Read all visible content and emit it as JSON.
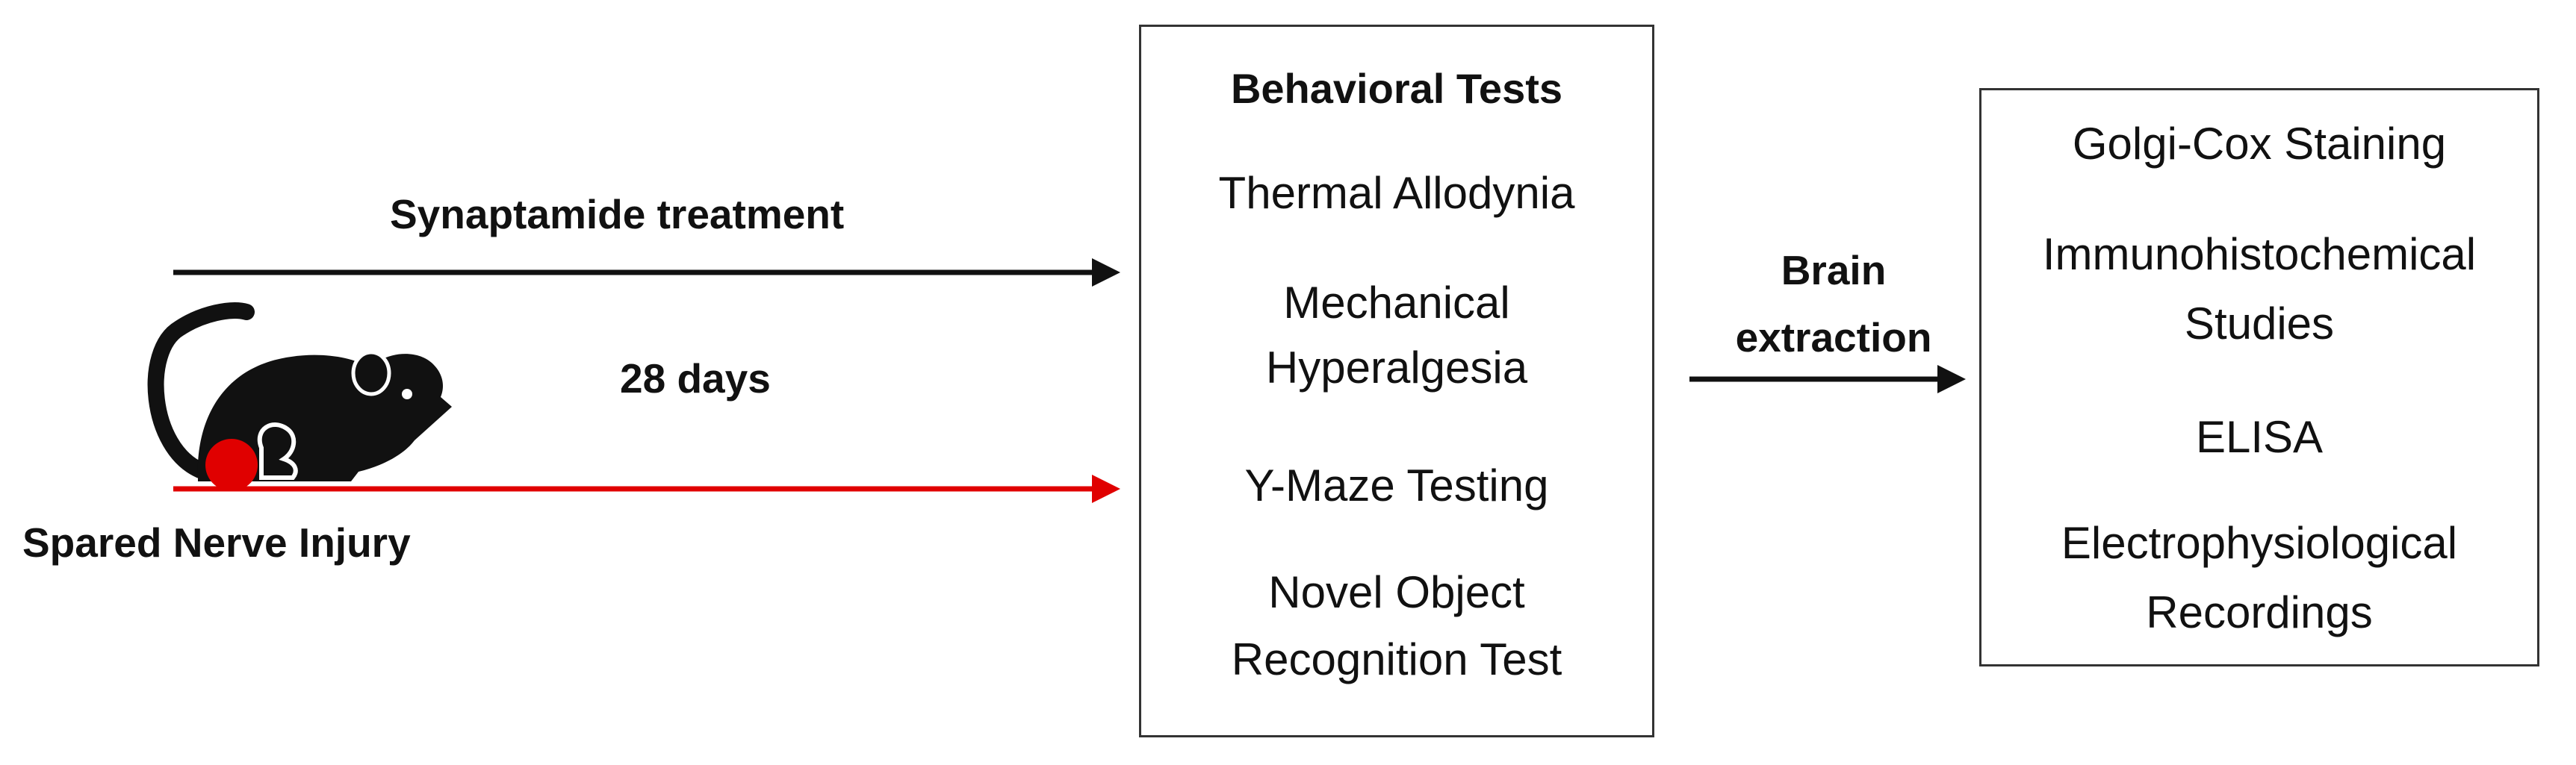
{
  "left": {
    "top_arrow_label": "Synaptamide treatment",
    "duration_label": "28 days",
    "bottom_label": "Spared Nerve Injury",
    "colors": {
      "top_arrow": "#111111",
      "bottom_arrow": "#e00000",
      "injury_dot": "#e00000",
      "mouse": "#111111"
    },
    "icon": "mouse-icon"
  },
  "behavioral_box": {
    "title": "Behavioral Tests",
    "items": [
      "Thermal Allodynia",
      "Mechanical",
      "Hyperalgesia",
      "Y-Maze Testing",
      "Novel Object",
      "Recognition Test"
    ]
  },
  "middle_arrow": {
    "line1": "Brain",
    "line2": "extraction"
  },
  "analysis_box": {
    "items": [
      "Golgi-Cox Staining",
      "Immunohistochemical",
      "Studies",
      "ELISA",
      "Electrophysiological",
      "Recordings"
    ]
  }
}
